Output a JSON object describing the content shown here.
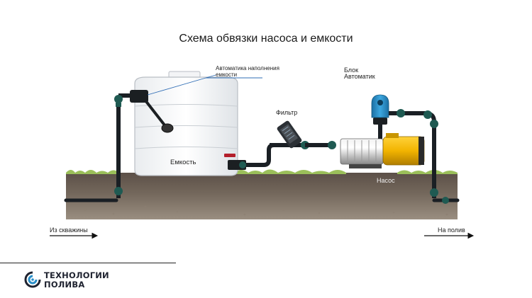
{
  "title": "Схема обвязки насоса и емкости",
  "labels": {
    "float_valve": [
      "Автоматика наполнения",
      "емкости"
    ],
    "filter": "Фильтр",
    "control_unit": [
      "Блок",
      "Автоматик"
    ],
    "tank": "Емкость",
    "pump": "Насос",
    "inlet": "Из скважины",
    "outlet": "На полив"
  },
  "logo": {
    "line1": "ТЕХНОЛОГИИ",
    "line2": "ПОЛИВА",
    "icon": "brand-logo-icon"
  },
  "colors": {
    "pipe": "#1a1f24",
    "fitting": "#1f5a52",
    "pump_body": "#e6a800",
    "soil": "#6f6256",
    "control_unit": "#2a8fc8"
  }
}
